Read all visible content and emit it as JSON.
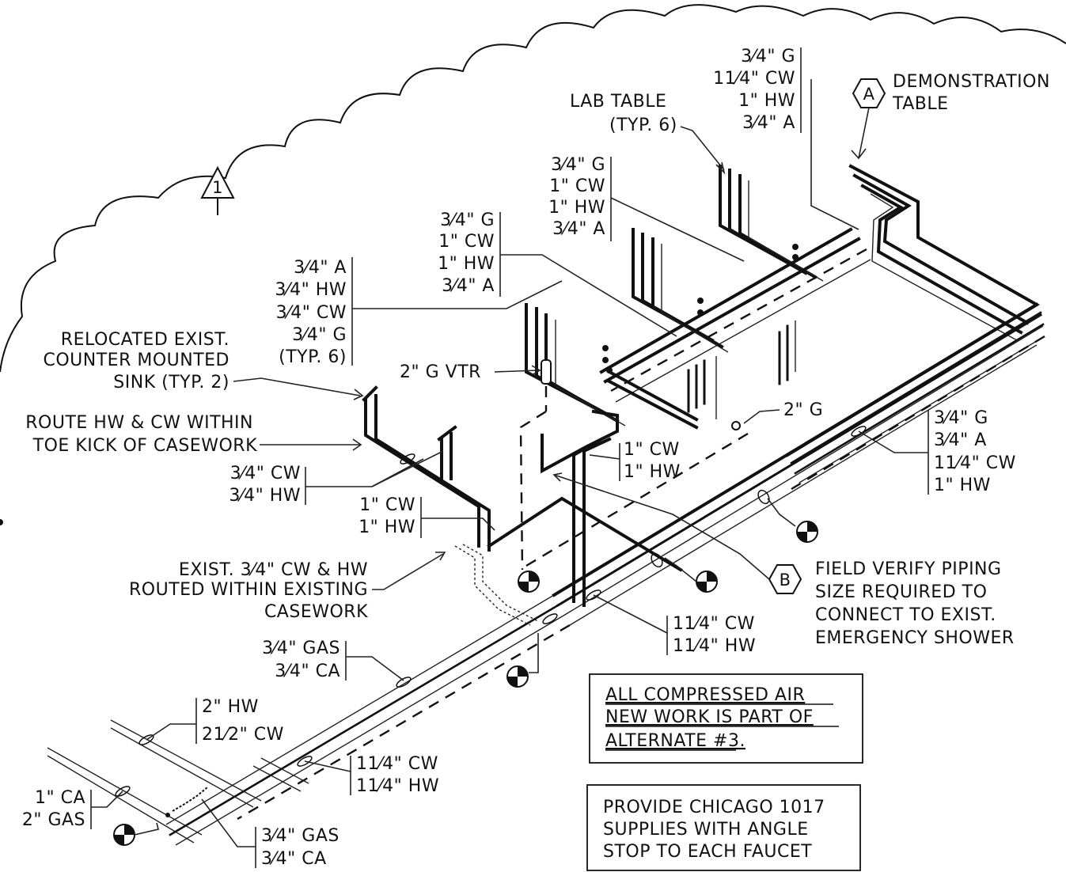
{
  "revision_mark": "1",
  "tags": {
    "a": {
      "letter": "A",
      "label_1": "DEMONSTRATION",
      "label_2": "TABLE"
    },
    "b": {
      "letter": "B",
      "label_1": "FIELD VERIFY PIPING",
      "label_2": "SIZE REQUIRED TO",
      "label_3": "CONNECT TO EXIST.",
      "label_4": "EMERGENCY SHOWER"
    }
  },
  "callouts": {
    "demo_top": [
      "3⁄4\" G",
      "11⁄4\" CW",
      "1\" HW",
      "3⁄4\" A"
    ],
    "lab_table_1": "LAB TABLE",
    "lab_table_2": "(TYP. 6)",
    "tbl3": [
      "3⁄4\" G",
      "1\" CW",
      "1\" HW",
      "3⁄4\" A"
    ],
    "tbl2": [
      "3⁄4\" G",
      "1\" CW",
      "1\" HW",
      "3⁄4\" A"
    ],
    "tbl1": [
      "3⁄4\" A",
      "3⁄4\" HW",
      "3⁄4\" CW",
      "3⁄4\" G",
      "(TYP. 6)"
    ],
    "sink": [
      "RELOCATED EXIST.",
      "COUNTER MOUNTED",
      "SINK (TYP. 2)"
    ],
    "vtr": "2\" G VTR",
    "toe_kick": [
      "ROUTE HW & CW WITHIN",
      "TOE KICK OF CASEWORK"
    ],
    "sink_branch": [
      "3⁄4\" CW",
      "3⁄4\" HW"
    ],
    "mid_branch": [
      "1\" CW",
      "1\" HW"
    ],
    "riser": [
      "1\" CW",
      "1\" HW"
    ],
    "gas_2": "2\" G",
    "main_right": [
      "3⁄4\" G",
      "3⁄4\" A",
      "11⁄4\" CW",
      "1\" HW"
    ],
    "exist_casework": [
      "EXIST. 3⁄4\" CW & HW",
      "ROUTED WITHIN EXISTING",
      "CASEWORK"
    ],
    "main_mid": [
      "11⁄4\" CW",
      "11⁄4\" HW"
    ],
    "gas_ca": [
      "3⁄4\" GAS",
      "3⁄4\" CA"
    ],
    "hw_cw_left": [
      "2\" HW",
      "21⁄2\" CW"
    ],
    "main_low": [
      "11⁄4\" CW",
      "11⁄4\" HW"
    ],
    "ca_gas_left": [
      "1\" CA",
      "2\" GAS"
    ],
    "gas_ca_bottom": [
      "3⁄4\" GAS",
      "3⁄4\" CA"
    ]
  },
  "notes": {
    "alternate": [
      "ALL COMPRESSED AIR",
      "NEW WORK IS PART OF",
      "ALTERNATE #3."
    ],
    "chicago": [
      "PROVIDE CHICAGO 1017",
      "SUPPLIES WITH ANGLE",
      "STOP TO EACH FAUCET"
    ]
  }
}
